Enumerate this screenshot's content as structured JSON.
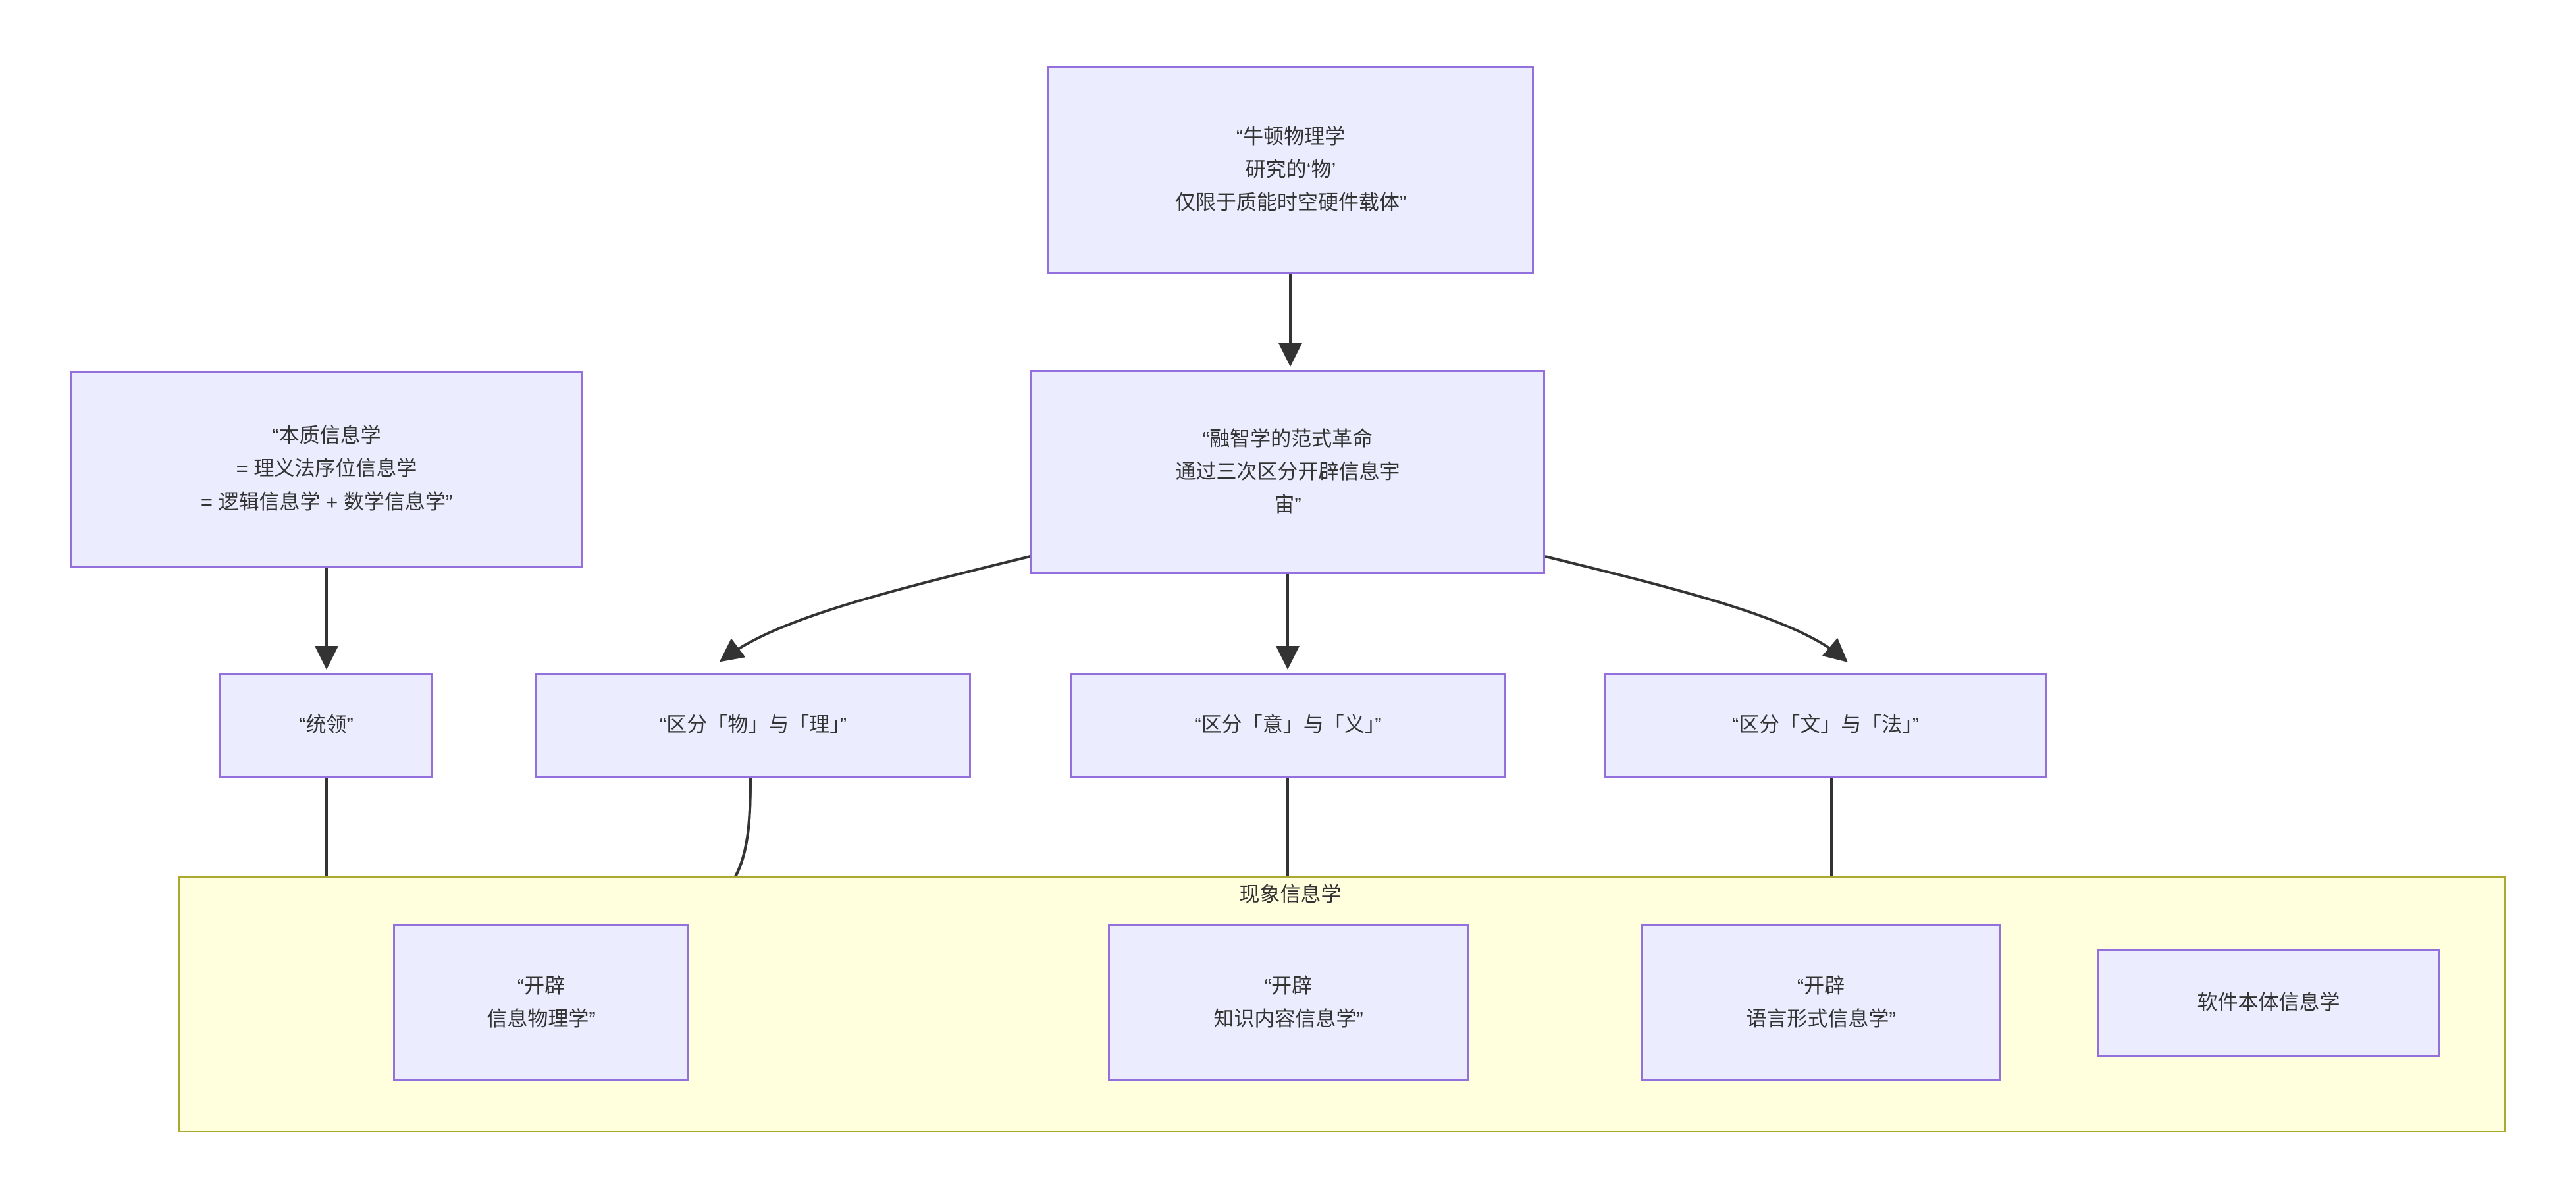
{
  "diagram": {
    "type": "flowchart",
    "background_color": "#ffffff",
    "node_fill": "#ececff",
    "node_border": "#9370db",
    "cluster_fill": "#ffffde",
    "cluster_border": "#aaaa33",
    "edge_color": "#333333",
    "text_color": "#333333"
  },
  "cluster": {
    "label": "现象信息学"
  },
  "nodes": [
    {
      "id": "newton",
      "label": "“牛顿物理学\n研究的‘物’\n仅限于质能时空硬件载体”"
    },
    {
      "id": "essence",
      "label": "“本质信息学\n= 理义法序位信息学\n= 逻辑信息学 + 数学信息学”"
    },
    {
      "id": "paradigm",
      "label": "“融智学的范式革命\n通过三次区分开辟信息宇\n宙”"
    },
    {
      "id": "lead",
      "label": "“统领”"
    },
    {
      "id": "dist1",
      "label": "“区分「物」与「理」”"
    },
    {
      "id": "dist2",
      "label": "“区分「意」与「义」”"
    },
    {
      "id": "dist3",
      "label": "“区分「文」与「法」”"
    },
    {
      "id": "physics",
      "label": "“开辟\n信息物理学”"
    },
    {
      "id": "knowledge",
      "label": "“开辟\n知识内容信息学”"
    },
    {
      "id": "language",
      "label": "“开辟\n语言形式信息学”"
    },
    {
      "id": "software",
      "label": "软件本体信息学"
    }
  ],
  "edges": [
    {
      "from": "newton",
      "to": "paradigm"
    },
    {
      "from": "essence",
      "to": "lead"
    },
    {
      "from": "paradigm",
      "to": "dist1"
    },
    {
      "from": "paradigm",
      "to": "dist2"
    },
    {
      "from": "paradigm",
      "to": "dist3"
    },
    {
      "from": "lead",
      "to": "physics"
    },
    {
      "from": "dist1",
      "to": "physics"
    },
    {
      "from": "dist2",
      "to": "knowledge"
    },
    {
      "from": "dist3",
      "to": "language"
    }
  ]
}
